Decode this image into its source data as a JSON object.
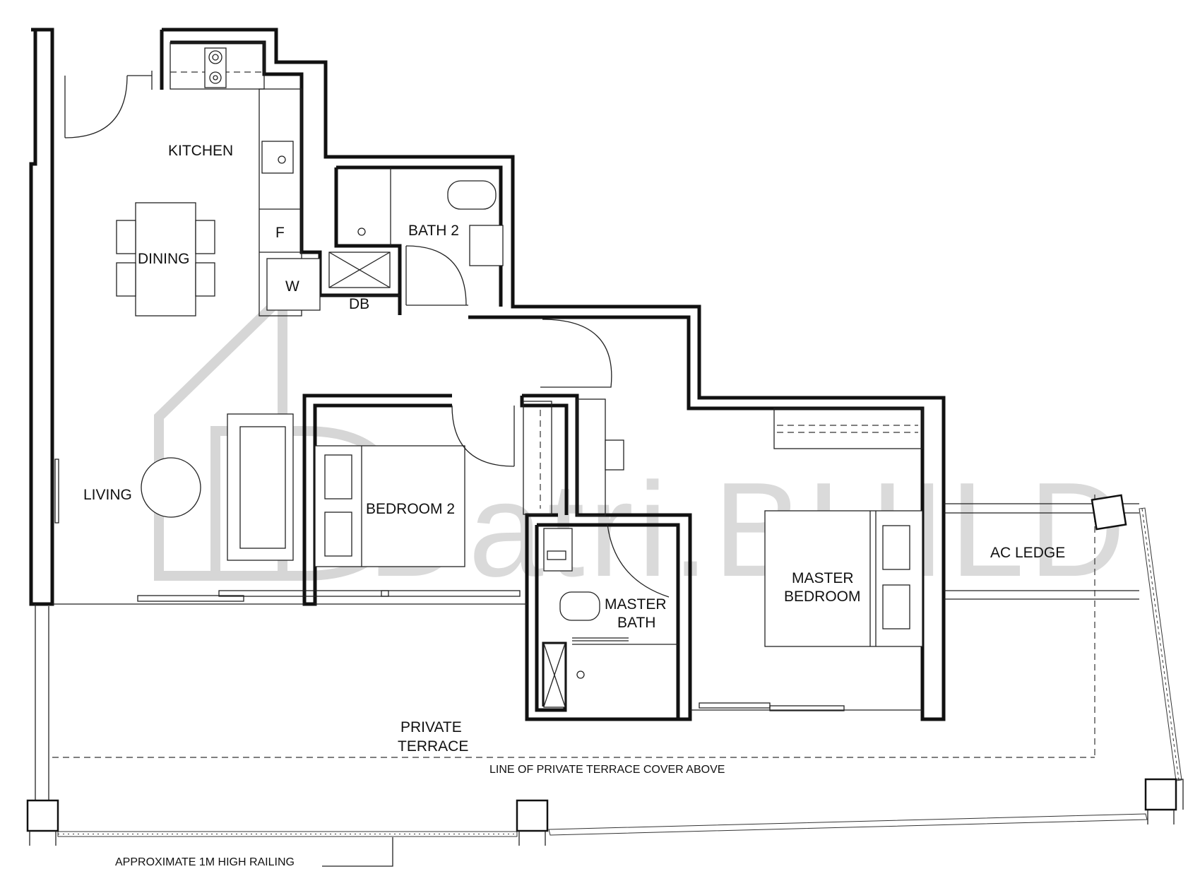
{
  "watermark": {
    "brand": "Datri.BUILD"
  },
  "rooms": {
    "kitchen": "KITCHEN",
    "dining": "DINING",
    "fridge": "F",
    "washer": "W",
    "db": "DB",
    "bath2": "BATH 2",
    "living": "LIVING",
    "bedroom2": "BEDROOM 2",
    "master_bath_line1": "MASTER",
    "master_bath_line2": "BATH",
    "master_bedroom_line1": "MASTER",
    "master_bedroom_line2": "BEDROOM",
    "ac_ledge": "AC LEDGE",
    "terrace_line1": "PRIVATE",
    "terrace_line2": "TERRACE"
  },
  "notes": {
    "terrace_cover": "LINE OF PRIVATE TERRACE COVER ABOVE",
    "railing": "APPROXIMATE 1M HIGH RAILING"
  }
}
